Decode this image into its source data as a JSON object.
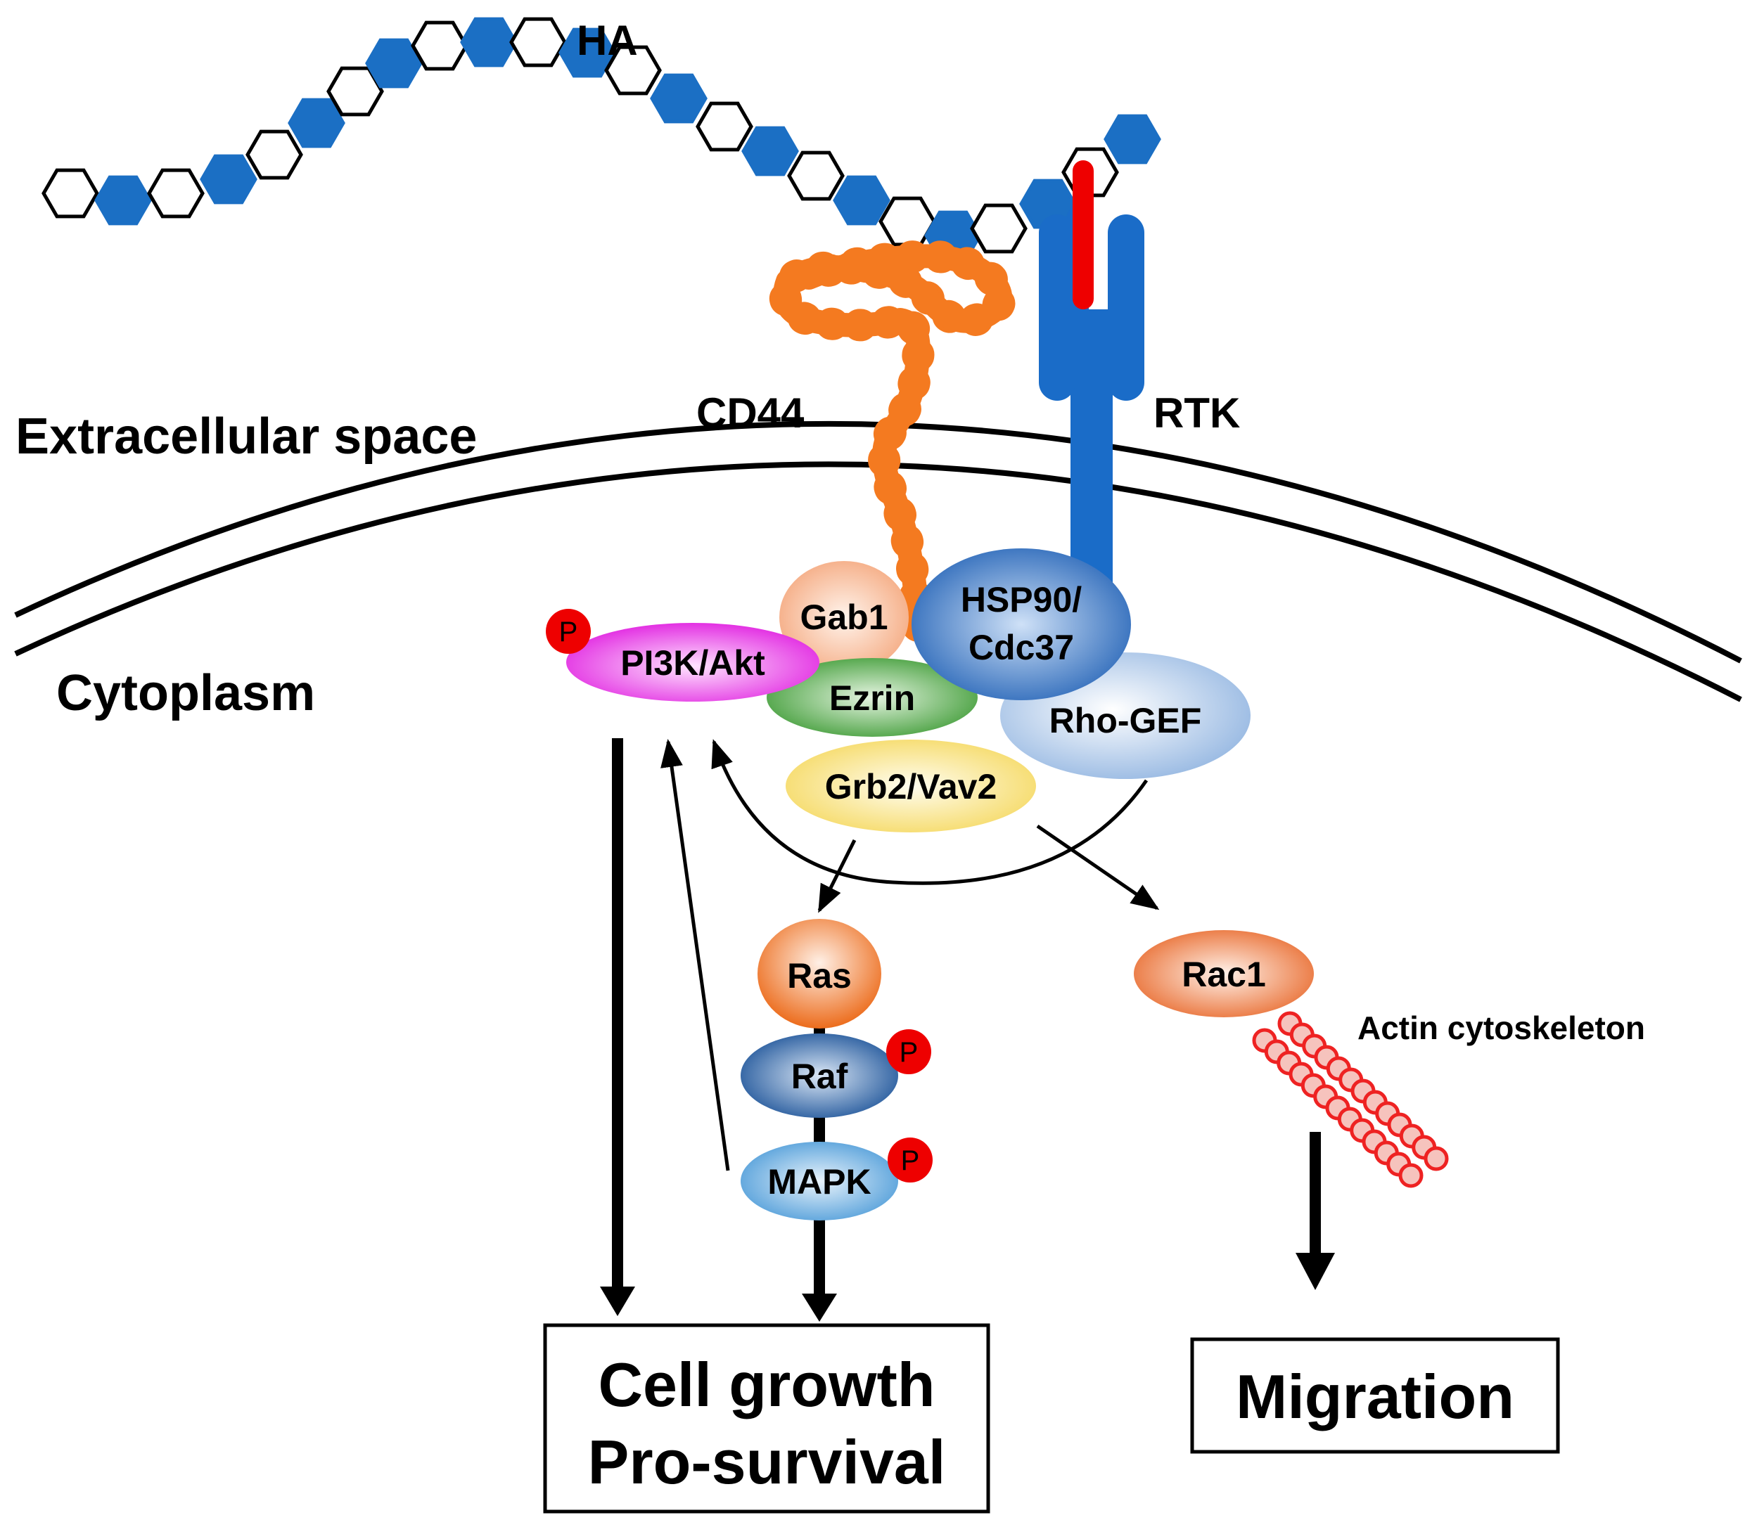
{
  "labels": {
    "ha": "HA",
    "cd44": "CD44",
    "rtk": "RTK",
    "extracellular": "Extracellular space",
    "cytoplasm": "Cytoplasm",
    "actin": "Actin cytoskeleton"
  },
  "nodes": {
    "gab1": "Gab1",
    "pi3k": "PI3K/Akt",
    "hsp90_line1": "HSP90/",
    "hsp90_line2": "Cdc37",
    "ezrin": "Ezrin",
    "rhogef": "Rho-GEF",
    "grb2": "Grb2/Vav2",
    "ras": "Ras",
    "raf": "Raf",
    "mapk": "MAPK",
    "rac1": "Rac1",
    "phospho": "P"
  },
  "outcomes": {
    "growth_line1": "Cell growth",
    "growth_line2": "Pro-survival",
    "migration": "Migration"
  },
  "colors": {
    "ha_filled": "#1b6fc4",
    "cd44": "#f47a20",
    "rtk_blue": "#1a6cc8",
    "rtk_ligand": "#ee0000",
    "phospho": "#ee0000",
    "gab1": "#f6b48c",
    "pi3k": "#e83de8",
    "hsp90": "#2d6fc2",
    "ezrin": "#4aa53f",
    "rhogef": "#9dbde6",
    "grb2": "#f6dc6a",
    "ras": "#ef7a2c",
    "raf": "#1f5ea8",
    "mapk": "#5ea8e0",
    "rac1": "#ee7d3a",
    "actin": "#ee2222"
  }
}
